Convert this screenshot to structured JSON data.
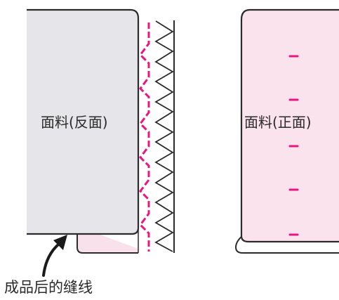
{
  "labels": {
    "left_fabric": "面料(反面)",
    "right_fabric": "面料(正面)",
    "caption": "成品后的缝线"
  },
  "colors": {
    "outline": "#2b2b2b",
    "left_fabric_fill": "#e6e6ea",
    "right_fabric_fill": "#fbe3ee",
    "stitch": "#e8177f",
    "background": "#ffffff"
  },
  "icons": {
    "pointer": "curved-arrow-icon"
  }
}
